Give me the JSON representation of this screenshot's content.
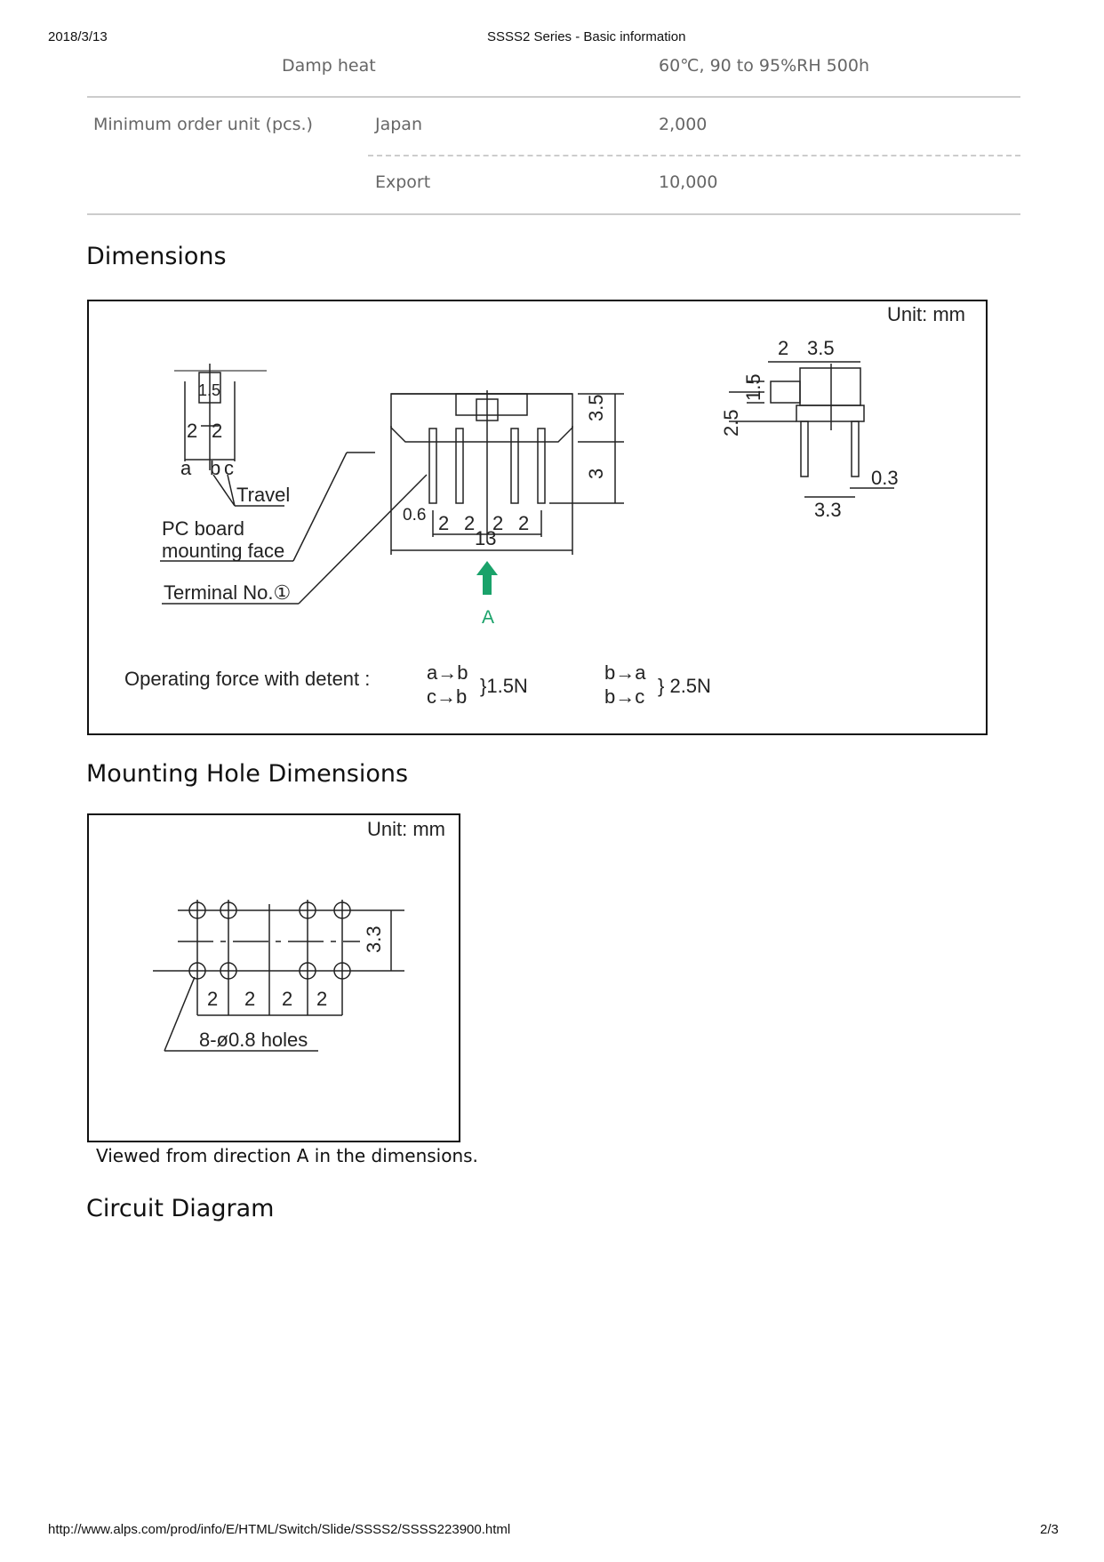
{
  "print_header": {
    "date": "2018/3/13",
    "title": "SSSS2 Series - Basic information"
  },
  "spec_table": {
    "rows": [
      {
        "item": "",
        "sub": "Damp heat",
        "value": "60℃, 90 to 95%RH 500h"
      },
      {
        "item": "Minimum order unit (pcs.)",
        "sub": "Japan",
        "value": "2,000"
      },
      {
        "item": "",
        "sub": "Export",
        "value": "10,000"
      }
    ]
  },
  "sections": {
    "dimensions": {
      "title": "Dimensions",
      "unit": "Unit: mm",
      "labels": {
        "travel": "Travel",
        "pc_board_1": "PC board",
        "pc_board_2": "mounting  face",
        "terminal": "Terminal  No.①",
        "direction": "A",
        "pos_a": "a",
        "pos_b": "b",
        "pos_c": "c"
      },
      "dims": {
        "knob_width": "1.5",
        "travel_left": "2",
        "travel_right": "2",
        "height_top": "3.5",
        "height_bottom": "3",
        "pin_width": "0.6",
        "pitch": [
          "2",
          "2",
          "2",
          "2"
        ],
        "overall_width": "13",
        "side_knob": "2",
        "side_body": "3.5",
        "side_knob_h": "1.5",
        "side_offset": "2.5",
        "side_pin": "0.3",
        "side_pin_span": "3.3"
      },
      "operating_force": {
        "label": "Operating  force  with  detent :",
        "group1": [
          "a→b",
          "c→b"
        ],
        "group1_value": "}1.5N",
        "group2": [
          "b→a",
          "b→c"
        ],
        "group2_value": "} 2.5N"
      },
      "accent_color": "#1aa26a"
    },
    "mounting": {
      "title": "Mounting Hole Dimensions",
      "unit": "Unit: mm",
      "row_spacing": "3.3",
      "pitch": [
        "2",
        "2",
        "2",
        "2"
      ],
      "holes_label": "8-ø0.8 holes",
      "caption": "Viewed from direction A in the dimensions."
    },
    "circuit": {
      "title": "Circuit Diagram"
    }
  },
  "print_footer": {
    "url": "http://www.alps.com/prod/info/E/HTML/Switch/Slide/SSSS2/SSSS223900.html",
    "page": "2/3"
  }
}
